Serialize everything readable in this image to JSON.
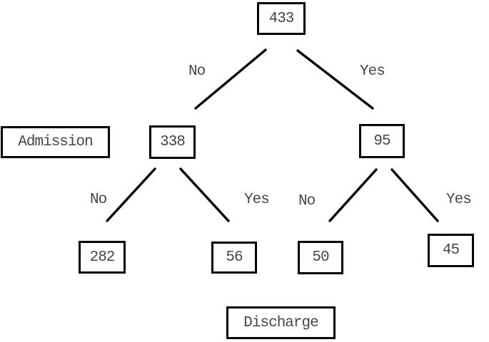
{
  "diagram": {
    "type": "decision-tree",
    "background": "#ffffff",
    "colors": {
      "box_border": "#000000",
      "edge_line": "#000000",
      "text": "#464646"
    },
    "nodes": {
      "root": {
        "value": "433"
      },
      "admission_no": {
        "value": "338"
      },
      "admission_yes": {
        "value": "95"
      },
      "discharge_no_of_338": {
        "value": "282"
      },
      "discharge_yes_of_338": {
        "value": "56"
      },
      "discharge_no_of_95": {
        "value": "50"
      },
      "discharge_yes_of_95": {
        "value": "45"
      }
    },
    "row_labels": {
      "admission": "Admission",
      "discharge": "Discharge"
    },
    "edge_labels": {
      "no": "No",
      "yes": "Yes"
    },
    "tree": {
      "root": 433,
      "splits": [
        {
          "parent": 433,
          "no": 338,
          "yes": 95,
          "row_label": "Admission"
        },
        {
          "parent": 338,
          "no": 282,
          "yes": 56,
          "row_label": "Discharge"
        },
        {
          "parent": 95,
          "no": 50,
          "yes": 45,
          "row_label": "Discharge"
        }
      ]
    }
  }
}
